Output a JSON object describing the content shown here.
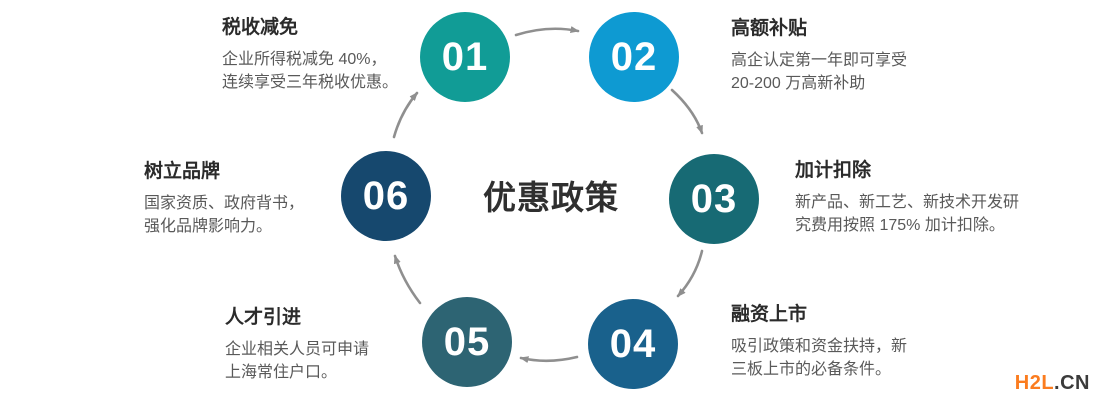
{
  "center": {
    "title": "优惠政策"
  },
  "items": [
    {
      "number": "01",
      "title": "税收减免",
      "desc_line1": "企业所得税减免 40%，",
      "desc_line2": "连续享受三年税收优惠。",
      "color": "#119c96"
    },
    {
      "number": "02",
      "title": "高额补贴",
      "desc_line1": "高企认定第一年即可享受",
      "desc_line2": "20-200 万高新补助",
      "color": "#0e9ad2"
    },
    {
      "number": "03",
      "title": "加计扣除",
      "desc_line1": "新产品、新工艺、新技术开发研",
      "desc_line2": "究费用按照 175% 加计扣除。",
      "color": "#176a74"
    },
    {
      "number": "04",
      "title": "融资上市",
      "desc_line1": "吸引政策和资金扶持，新",
      "desc_line2": "三板上市的必备条件。",
      "color": "#19618c"
    },
    {
      "number": "05",
      "title": "人才引进",
      "desc_line1": "企业相关人员可申请",
      "desc_line2": "上海常住户口。",
      "color": "#2d6473"
    },
    {
      "number": "06",
      "title": "树立品牌",
      "desc_line1": "国家资质、政府背书，",
      "desc_line2": "强化品牌影响力。",
      "color": "#16486e"
    }
  ],
  "watermark": {
    "brand": "H2L",
    "suffix": ".CN",
    "brand_color": "#fb7c1f"
  }
}
